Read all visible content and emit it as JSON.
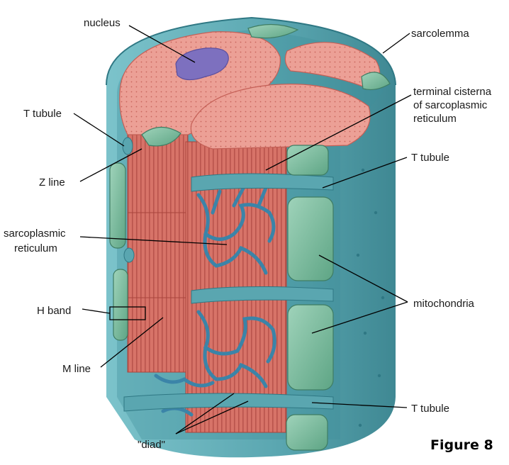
{
  "colors": {
    "sarcolemma": "#4e9aa6",
    "muscle_fiber": "#d9736a",
    "myofibril_top": "#eb9e94",
    "reticulum": "#3b84a8",
    "mitochondria": "#78b89c",
    "nucleus": "#7d70bf"
  },
  "labels": {
    "nucleus": "nucleus",
    "sarcolemma": "sarcolemma",
    "terminal_cisterna_1": "terminal cisterna",
    "terminal_cisterna_2": "of sarcoplasmic",
    "terminal_cisterna_3": "reticulum",
    "t_tubule_left": "T tubule",
    "t_tubule_right_top": "T tubule",
    "t_tubule_right_bottom": "T tubule",
    "z_line": "Z line",
    "sarcoplasmic_reticulum_1": "sarcoplasmic",
    "sarcoplasmic_reticulum_2": "reticulum",
    "mitochondria": "mitochondria",
    "h_band": "H band",
    "m_line": "M line",
    "diad": "\"diad\"",
    "figure": "Figure 8"
  }
}
